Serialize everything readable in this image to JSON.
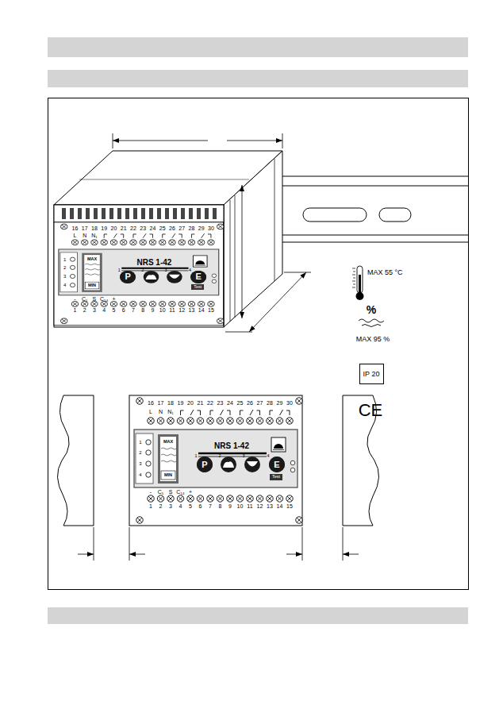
{
  "diagram": {
    "nodes": [
      {
        "text": [
          "P"
        ]
      },
      {
        "text": [
          "E"
        ]
      },
      {
        "text": [
          "Test"
        ]
      },
      {
        "text": [
          "IP 20"
        ]
      },
      {
        "text": [
          "P"
        ]
      },
      {
        "text": [
          "E"
        ]
      },
      {
        "text": [
          "Test"
        ]
      }
    ],
    "labels": [
      "16",
      "17",
      "18",
      "19",
      "20",
      "21",
      "22",
      "23",
      "24",
      "25",
      "26",
      "27",
      "28",
      "29",
      "30",
      "L",
      "N",
      "N₁",
      "NRS 1-42",
      "MAX",
      "MIN",
      "1",
      "2",
      "3",
      "4",
      "1",
      "2",
      "3",
      "4",
      "-",
      "C₁",
      "S",
      "C₁₄",
      "+",
      "1",
      "2",
      "3",
      "4",
      "5",
      "6",
      "7",
      "8",
      "9",
      "10",
      "11",
      "12",
      "13",
      "14",
      "15",
      "MAX 55 °C",
      "%",
      "MAX 95 %",
      "CE",
      "16",
      "17",
      "18",
      "19",
      "20",
      "21",
      "22",
      "23",
      "24",
      "25",
      "26",
      "27",
      "28",
      "29",
      "30",
      "L",
      "N",
      "N₁",
      "NRS 1-42",
      "MAX",
      "MIN",
      "1",
      "2",
      "3",
      "4",
      "1",
      "2",
      "3",
      "4",
      "-",
      "C₁",
      "S",
      "C₁₄",
      "+",
      "1",
      "2",
      "3",
      "4",
      "5",
      "6",
      "7",
      "8",
      "9",
      "10",
      "11",
      "12",
      "13",
      "14",
      "15"
    ]
  }
}
